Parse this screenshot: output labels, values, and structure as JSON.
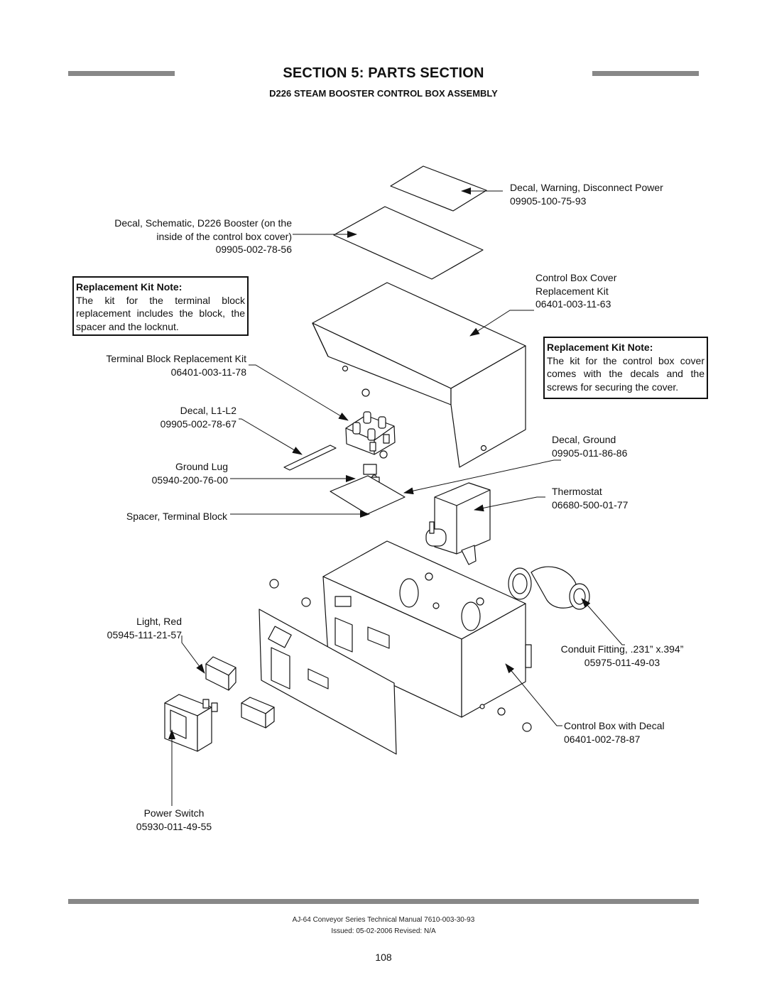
{
  "header": {
    "section_title": "SECTION 5: PARTS SECTION",
    "assembly_title": "D226 STEAM BOOSTER CONTROL BOX ASSEMBLY"
  },
  "parts": {
    "decal_warning": {
      "line1": "Decal, Warning, Disconnect Power",
      "number": "09905-100-75-93"
    },
    "decal_schematic": {
      "line1": "Decal, Schematic, D226 Booster (on the",
      "line2": "inside of the control box cover)",
      "number": "09905-002-78-56"
    },
    "control_box_cover": {
      "line1": "Control Box Cover",
      "line2": "Replacement Kit",
      "number": "06401-003-11-63"
    },
    "terminal_block_kit": {
      "line1": "Terminal Block Replacement Kit",
      "number": "06401-003-11-78"
    },
    "decal_l1l2": {
      "line1": "Decal, L1-L2",
      "number": "09905-002-78-67"
    },
    "ground_lug": {
      "line1": "Ground Lug",
      "number": "05940-200-76-00"
    },
    "spacer": {
      "line1": "Spacer, Terminal Block"
    },
    "decal_ground": {
      "line1": "Decal, Ground",
      "number": "09905-011-86-86"
    },
    "thermostat": {
      "line1": "Thermostat",
      "number": "06680-500-01-77"
    },
    "light_red": {
      "line1": "Light, Red",
      "number": "05945-111-21-57"
    },
    "conduit_fitting": {
      "line1": "Conduit Fitting, .231” x.394”",
      "number": "05975-011-49-03"
    },
    "control_box": {
      "line1": "Control Box with Decal",
      "number": "06401-002-78-87"
    },
    "power_switch": {
      "line1": "Power Switch",
      "number": "05930-011-49-55"
    }
  },
  "notes": {
    "left": {
      "heading": "Replacement Kit Note:",
      "text": "The kit for the terminal block replacement includes the block, the spacer and the locknut."
    },
    "right": {
      "heading": "Replacement Kit Note:",
      "text": "The kit for the control box cover comes with the decals and the screws for securing the cover."
    }
  },
  "footer": {
    "manual": "AJ-64 Conveyor Series Technical Manual 7610-003-30-93",
    "issued": "Issued: 05-02-2006  Revised: N/A",
    "page": "108"
  }
}
